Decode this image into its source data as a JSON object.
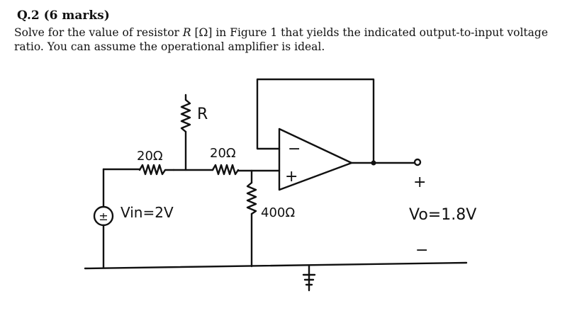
{
  "question": {
    "title": "Q.2 (6 marks)",
    "line1_pre": "Solve for the value of resistor ",
    "line1_math": "R",
    "line1_unit": " [Ω]",
    "line1_post": " in Figure 1 that yields the indicated output-to-input voltage",
    "line2": "ratio. You can assume the operational amplifier is ideal."
  },
  "circuit": {
    "r_variable_label": "R",
    "r_left_label": "20Ω",
    "r_mid_label": "20Ω",
    "r_shunt_label": "400Ω",
    "source_sign": "±",
    "source_label": "Vin=2V",
    "opamp_minus": "−",
    "opamp_plus": "+",
    "output_plus": "+",
    "output_minus": "−",
    "output_label": "Vo=1.8V"
  }
}
